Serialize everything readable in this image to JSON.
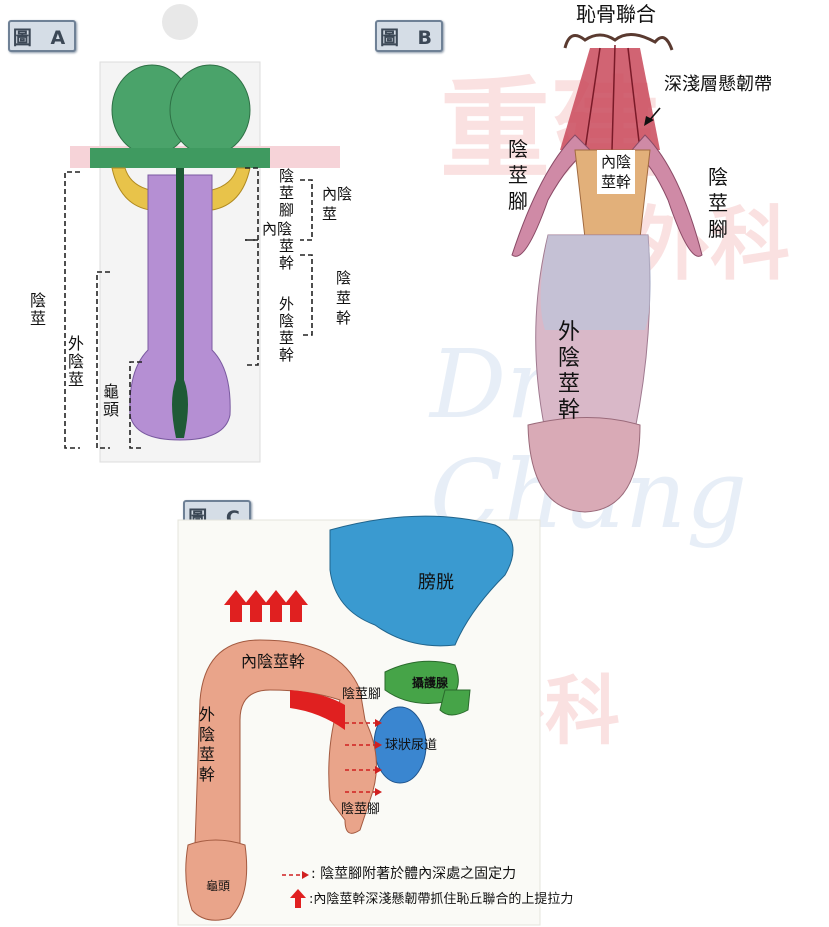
{
  "panels": {
    "a": {
      "tag": "圖 A"
    },
    "b": {
      "tag": "圖 B"
    },
    "c": {
      "tag": "圖 C"
    }
  },
  "watermark": {
    "text1": "重建",
    "text2": "外科",
    "script": "Dr. Chung"
  },
  "fig_a": {
    "penis": "陰莖",
    "outer_shaft": "外陰莖",
    "glans": "龜頭",
    "crus": "陰莖腳",
    "inner_shaft_top": "內陰",
    "inner_shaft_bottom": "莖幹",
    "outer_shaft_label": "外陰莖幹",
    "inner_penis": "內陰莖",
    "shaft": "陰莖幹"
  },
  "fig_b": {
    "pubic_symphysis": "恥骨聯合",
    "ligament": "深淺層懸韌帶",
    "crus_left": "陰莖腳",
    "crus_right": "陰莖腳",
    "inner_shaft": "內陰莖幹",
    "outer_shaft": "外陰莖幹"
  },
  "fig_c": {
    "bladder": "膀胱",
    "inner_shaft": "內陰莖幹",
    "outer_shaft": "外陰莖幹",
    "crus_upper": "陰莖腳",
    "crus_lower": "陰莖腳",
    "prostate": "攝護腺",
    "bulbar_urethra": "球狀尿道",
    "glans": "龜頭",
    "legend_dashed": ": 陰莖腳附著於體內深處之固定力",
    "legend_arrow": ":內陰莖幹深淺懸韌帶抓住恥丘聯合的上提拉力"
  },
  "colors": {
    "tag_bg": "#d5dde6",
    "green": "#4aa36a",
    "purple": "#b58fd3",
    "yellow": "#e8c34a",
    "salmon": "#e9a48a",
    "red": "#e02020",
    "blue": "#3a9ad0",
    "pink": "#d98aa8"
  }
}
